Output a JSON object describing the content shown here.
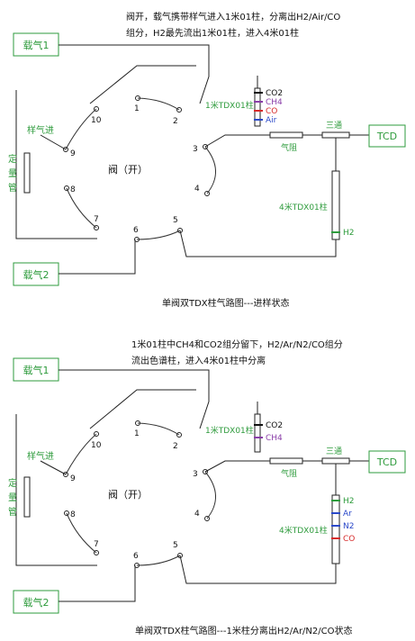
{
  "panel1": {
    "note_line1": "阀开，载气携带样气进入1米01柱，分离出H2/Air/CO",
    "note_line2": "组分，H2最先流出1米01柱，进入4米01柱",
    "carrier1": "载气1",
    "carrier2": "载气2",
    "sample_in": "样气进",
    "loop_label": [
      "定",
      "量",
      "管"
    ],
    "valve_label": "阀（开）",
    "ports": [
      "1",
      "2",
      "3",
      "4",
      "5",
      "6",
      "7",
      "8",
      "9",
      "10"
    ],
    "col1": "1米TDX01柱",
    "col4": "4米TDX01柱",
    "tee": "三通",
    "restrictor": "气阻",
    "tcd": "TCD",
    "col1_bands": [
      {
        "name": "CO2",
        "color": "#111111"
      },
      {
        "name": "CH4",
        "color": "#8a3ea8"
      },
      {
        "name": "CO",
        "color": "#d62b2b"
      },
      {
        "name": "Air",
        "color": "#2b49c9"
      }
    ],
    "col4_bands": [
      {
        "name": "H2",
        "color": "#2e9b3c"
      }
    ],
    "caption": "单阀双TDX柱气路图---进样状态"
  },
  "panel2": {
    "note_line1": "1米01柱中CH4和CO2组分留下，H2/Ar/N2/CO组分",
    "note_line2": "流出色谱柱，进入4米01柱中分离",
    "carrier1": "载气1",
    "carrier2": "载气2",
    "sample_in": "样气进",
    "loop_label": [
      "定",
      "量",
      "管"
    ],
    "valve_label": "阀（开）",
    "ports": [
      "1",
      "2",
      "3",
      "4",
      "5",
      "6",
      "7",
      "8",
      "9",
      "10"
    ],
    "col1": "1米TDX01柱",
    "col4": "4米TDX01柱",
    "tee": "三通",
    "restrictor": "气阻",
    "tcd": "TCD",
    "col1_bands": [
      {
        "name": "CO2",
        "color": "#111111"
      },
      {
        "name": "CH4",
        "color": "#8a3ea8"
      }
    ],
    "col4_bands": [
      {
        "name": "H2",
        "color": "#2e9b3c"
      },
      {
        "name": "Ar",
        "color": "#2b49c9"
      },
      {
        "name": "N2",
        "color": "#2b49c9"
      },
      {
        "name": "CO",
        "color": "#d62b2b"
      }
    ],
    "caption": "单阀双TDX柱气路图---1米柱分离出H2/Ar/N2/CO状态"
  }
}
